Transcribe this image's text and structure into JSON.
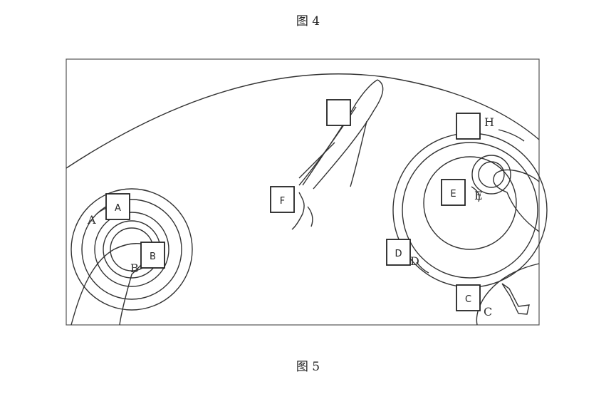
{
  "captions": {
    "top": "图 4",
    "bottom": "图 5"
  },
  "boxes": {
    "A": "A",
    "B": "B",
    "C": "C",
    "D": "D",
    "E": "E",
    "F": "F",
    "G": "",
    "H": ""
  },
  "outside_labels": {
    "A": "A",
    "B": "B",
    "C": "C",
    "D": "D",
    "E": "E",
    "H": "H"
  }
}
